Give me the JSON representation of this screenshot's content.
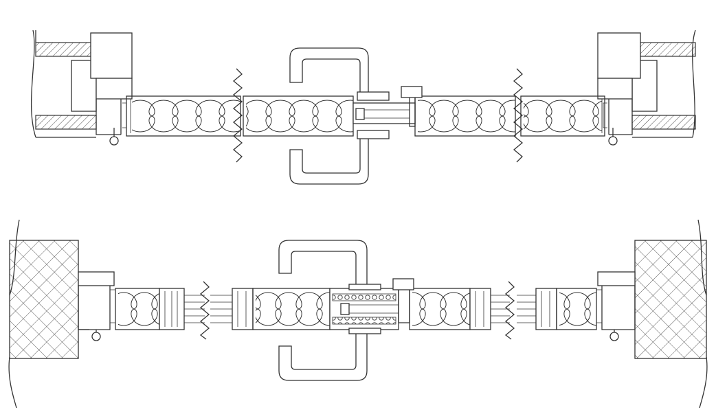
{
  "drawing": {
    "views": [
      {
        "id": "upper-section",
        "variant": "solid-leaf"
      },
      {
        "id": "lower-section",
        "variant": "glazed-leaf"
      }
    ],
    "colors": {
      "line": "#333333",
      "background": "#ffffff"
    }
  }
}
